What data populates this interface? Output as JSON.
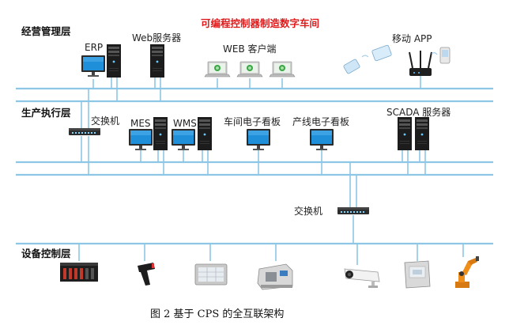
{
  "title": "可编程控制器制造数字车间",
  "layers": {
    "management": "经营管理层",
    "execution": "生产执行层",
    "control": "设备控制层"
  },
  "nodes": {
    "erp": "ERP",
    "web_server": "Web服务器",
    "web_client": "WEB 客户端",
    "mobile_app": "移动 APP",
    "switch_1": "交换机",
    "mes": "MES",
    "wms": "WMS",
    "workshop_board": "车间电子看板",
    "line_board": "产线电子看板",
    "scada": "SCADA 服务器",
    "switch_2": "交换机"
  },
  "caption": "图 2   基于 CPS 的全互联架构",
  "colors": {
    "title": "#e01a1a",
    "bus": "#8ec6e6",
    "monitor_screen": "#1e8fd8"
  },
  "icons": [
    "server-tower-icon",
    "desktop-monitor-icon",
    "laptop-icon",
    "wireless-router-icon",
    "mobile-device-icon",
    "network-switch-icon",
    "plc-rack-icon",
    "barcode-scanner-icon",
    "hmi-panel-icon",
    "cnc-machine-icon",
    "security-camera-icon",
    "instrument-terminal-icon",
    "industrial-robot-icon"
  ]
}
